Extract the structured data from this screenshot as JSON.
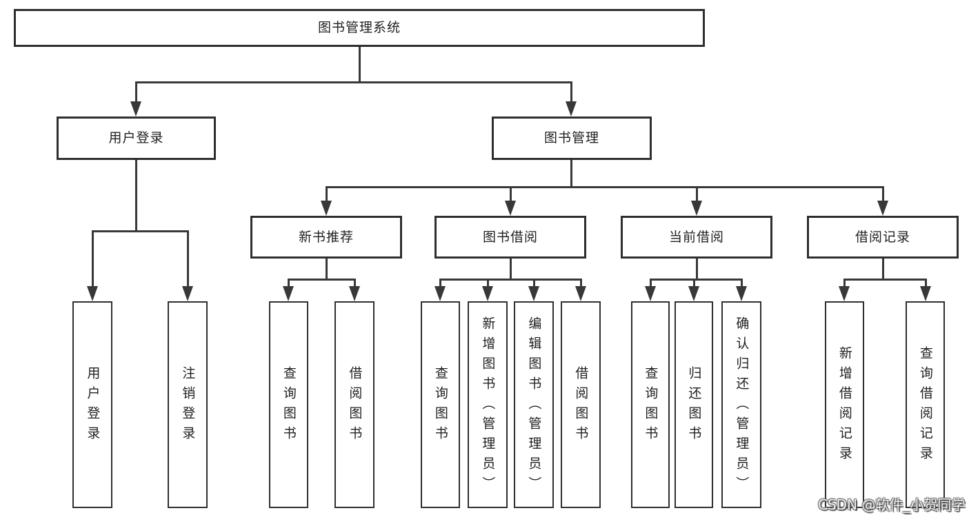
{
  "nodes": {
    "root": "图书管理系统",
    "l2": [
      "用户登录",
      "图书管理"
    ],
    "l3": [
      "新书推荐",
      "图书借阅",
      "当前借阅",
      "借阅记录"
    ],
    "l4": [
      "用户登录",
      "注销登录",
      "查询图书",
      "借阅图书",
      "查询图书",
      "新增图书（管理员）",
      "编辑图书（管理员）",
      "借阅图书",
      "查询图书",
      "归还图书",
      "确认归还（管理员）",
      "新增借阅记录",
      "查询借阅记录"
    ]
  },
  "hierarchy": {
    "图书管理系统": [
      "用户登录",
      "图书管理"
    ],
    "用户登录": [
      "用户登录",
      "注销登录"
    ],
    "图书管理": [
      "新书推荐",
      "图书借阅",
      "当前借阅",
      "借阅记录"
    ],
    "新书推荐": [
      "查询图书",
      "借阅图书"
    ],
    "图书借阅": [
      "查询图书",
      "新增图书（管理员）",
      "编辑图书（管理员）",
      "借阅图书"
    ],
    "当前借阅": [
      "查询图书",
      "归还图书",
      "确认归还（管理员）"
    ],
    "借阅记录": [
      "新增借阅记录",
      "查询借阅记录"
    ]
  },
  "watermark": "CSDN @软件_小贺同学",
  "colors": {
    "line": "#383838",
    "box_border": "#2e2e2e",
    "text": "#1f1f1f",
    "background": "#ffffff"
  }
}
